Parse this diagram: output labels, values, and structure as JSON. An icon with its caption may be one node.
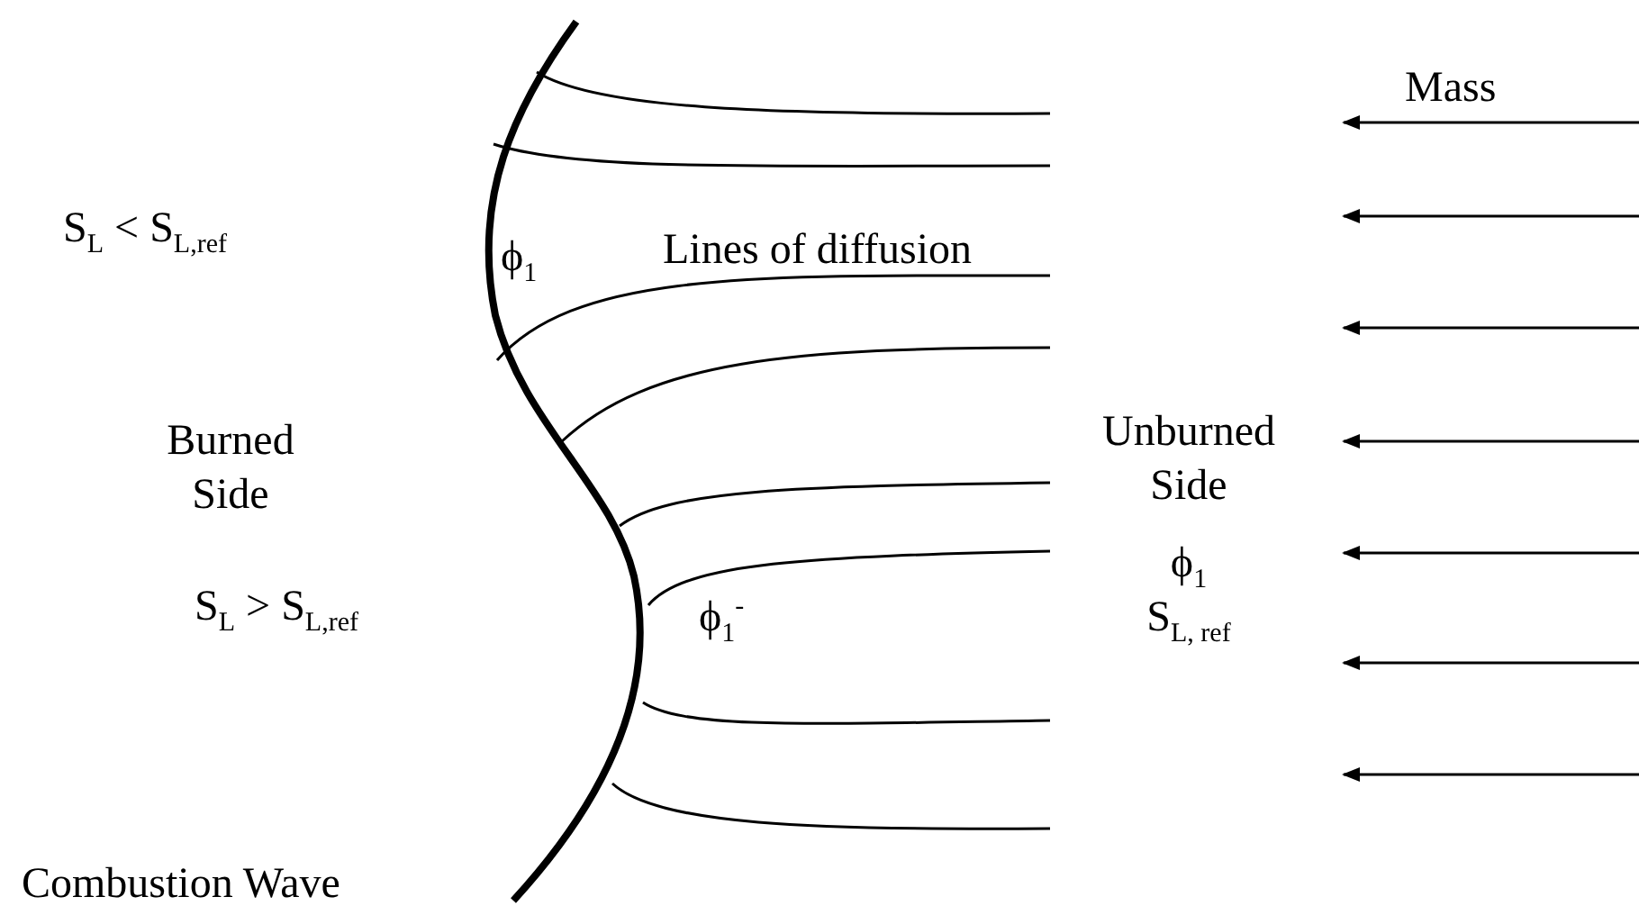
{
  "diagram": {
    "labels": [
      "Mass",
      "S$_{L}$ < S$_{L,ref}$",
      "ϕ$_{1}$",
      "Lines of diffusion",
      "Burned Side",
      "Unburned Side",
      "ϕ$_{1}$",
      "S$_{L}$ > S$_{L,ref}$",
      "ϕ$_{1}$$^{-}$",
      "S$_{L, ref}$",
      "Combustion Wave"
    ]
  }
}
